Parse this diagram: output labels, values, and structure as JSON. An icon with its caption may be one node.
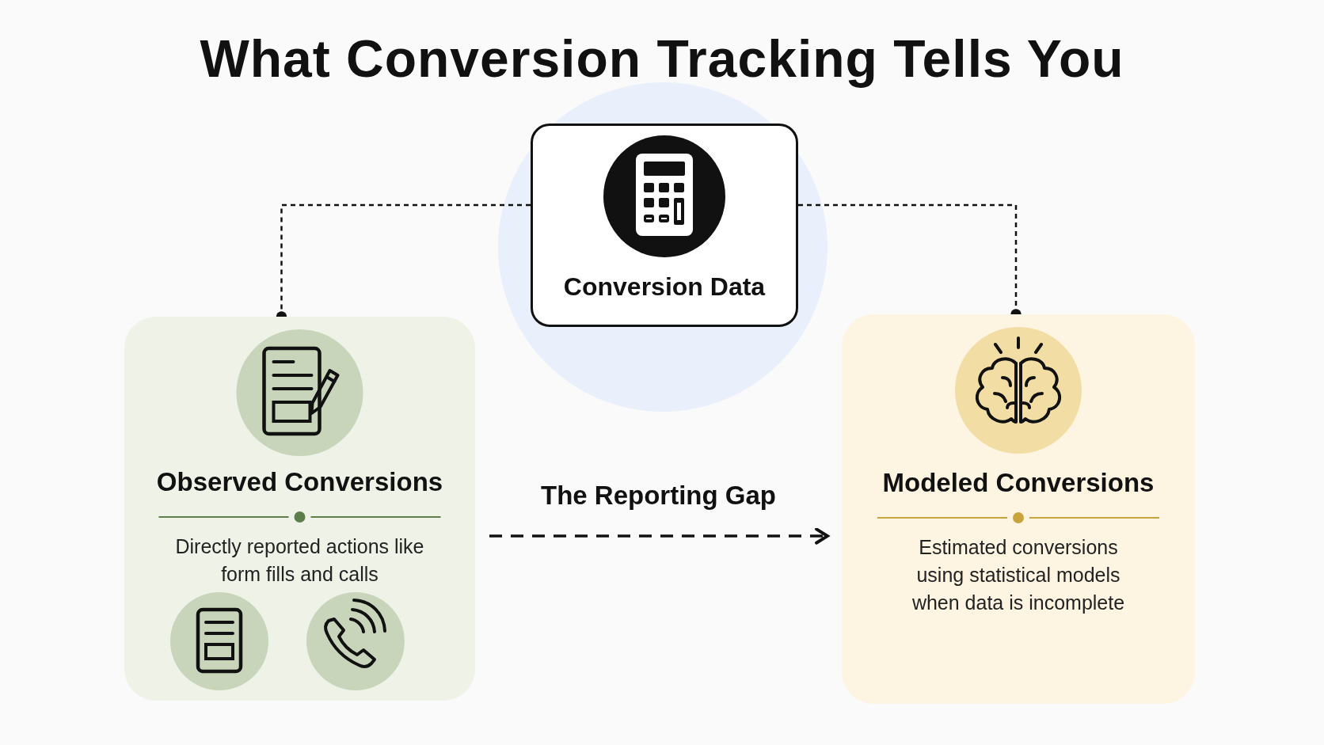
{
  "diagram": {
    "title": "What Conversion Tracking Tells You",
    "nodes": [
      {
        "text": [
          "Conversion Data"
        ]
      },
      {
        "text": [
          "Observed Conversions",
          "Directly reported actions like form fills and calls"
        ]
      },
      {
        "text": [
          "Modeled Conversions",
          "Estimated conversions using statistical models when data is incomplete"
        ]
      }
    ],
    "edges": [
      {
        "from": 0,
        "to": 1,
        "arrow": "other",
        "style": "dashed"
      },
      {
        "from": 0,
        "to": 2,
        "arrow": "other",
        "style": "dashed"
      },
      {
        "from": 1,
        "to": 2,
        "arrow": "to",
        "style": "dashed",
        "label": "The Reporting Gap"
      }
    ]
  }
}
